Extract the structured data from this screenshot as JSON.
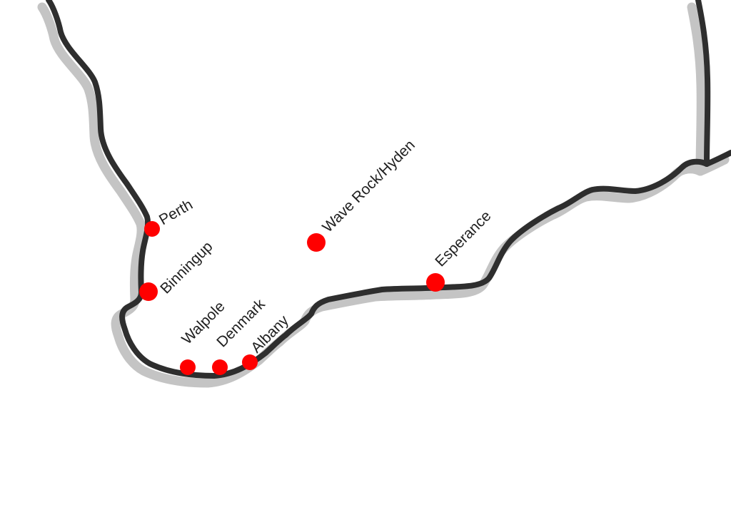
{
  "map": {
    "accent_color": "#ff0000",
    "coast_color": "#2e2e2e",
    "shadow_color": "#c4c4c4",
    "places": [
      {
        "id": "perth",
        "label": "Perth"
      },
      {
        "id": "binningup",
        "label": "Binningup"
      },
      {
        "id": "walpole",
        "label": "Walpole"
      },
      {
        "id": "denmark",
        "label": "Denmark"
      },
      {
        "id": "albany",
        "label": "Albany"
      },
      {
        "id": "wave-rock",
        "label": "Wave Rock/Hyden"
      },
      {
        "id": "esperance",
        "label": "Esperance"
      }
    ]
  }
}
